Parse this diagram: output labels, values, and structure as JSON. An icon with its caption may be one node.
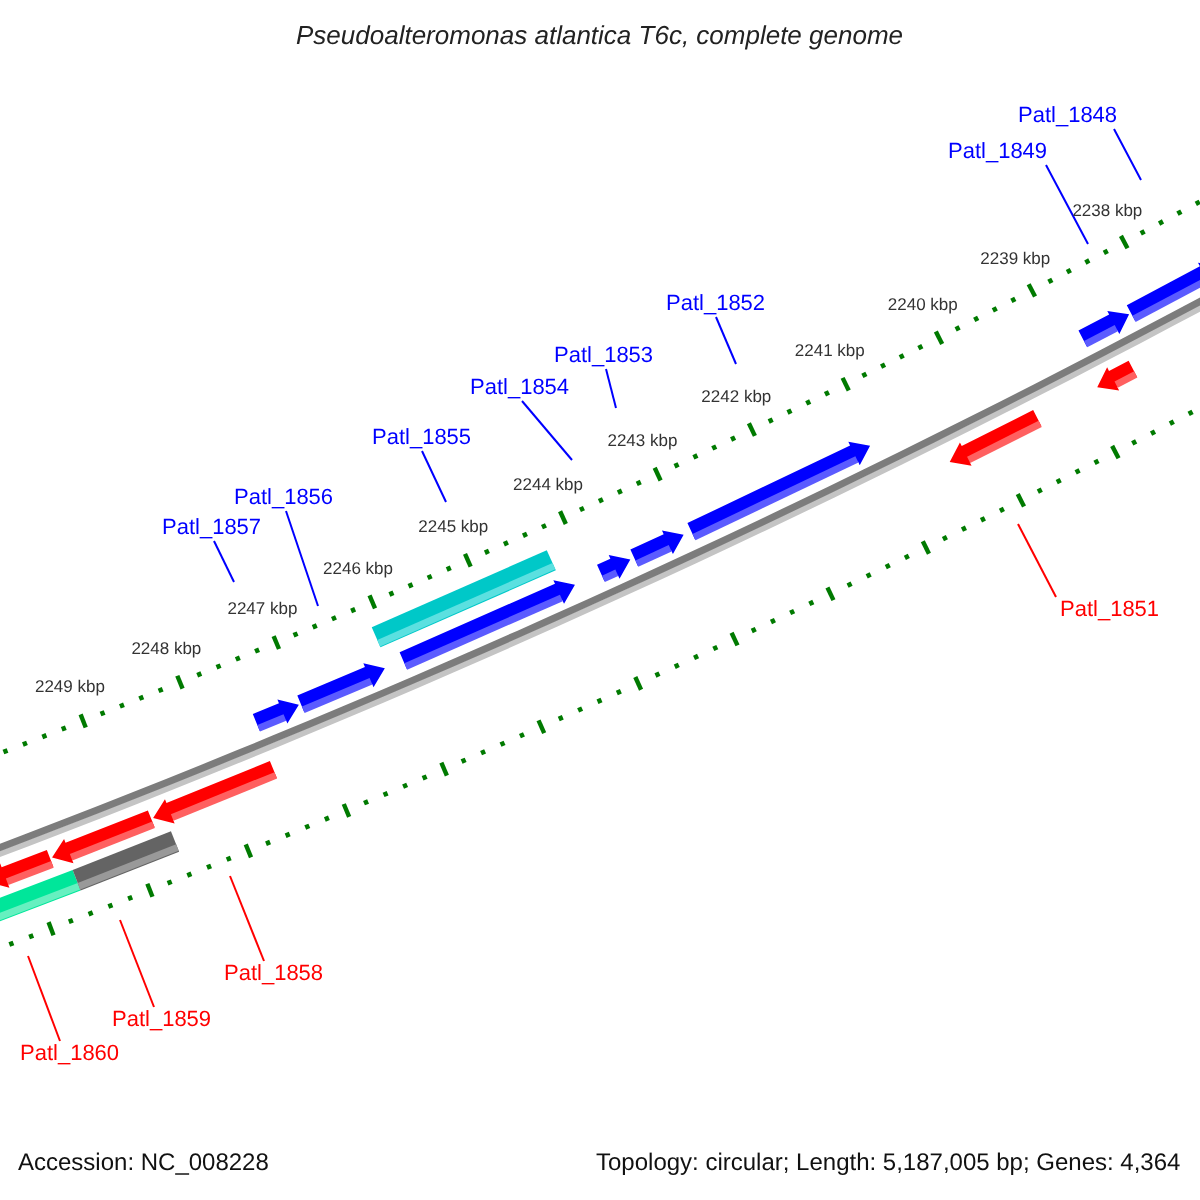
{
  "diagram": {
    "title": "Pseudoalteromonas atlantica T6c, complete genome",
    "nodes": [
      {
        "text": [
          "Patl_1848"
        ]
      },
      {
        "text": [
          "Patl_1849"
        ]
      },
      {
        "text": [
          "Patl_1852"
        ]
      },
      {
        "text": [
          "Patl_1853"
        ]
      },
      {
        "text": [
          "Patl_1854"
        ]
      },
      {
        "text": [
          "Patl_1855"
        ]
      },
      {
        "text": [
          "Patl_1856"
        ]
      },
      {
        "text": [
          "Patl_1857"
        ]
      },
      {
        "text": [
          "Patl_1851"
        ]
      },
      {
        "text": [
          "Patl_1858"
        ]
      },
      {
        "text": [
          "Patl_1859"
        ]
      },
      {
        "text": [
          "Patl_1860"
        ]
      }
    ],
    "edges": [
      {
        "from": 0,
        "to": null,
        "arrow": "none"
      },
      {
        "from": 1,
        "to": null,
        "arrow": "none"
      },
      {
        "from": 2,
        "to": null,
        "arrow": "none"
      },
      {
        "from": 3,
        "to": null,
        "arrow": "none"
      },
      {
        "from": 4,
        "to": null,
        "arrow": "none"
      },
      {
        "from": 5,
        "to": null,
        "arrow": "none"
      },
      {
        "from": 6,
        "to": null,
        "arrow": "none"
      },
      {
        "from": 7,
        "to": null,
        "arrow": "none"
      },
      {
        "from": 8,
        "to": null,
        "arrow": "none",
        "color": "#ff0000"
      },
      {
        "from": 9,
        "to": null,
        "arrow": "none",
        "color": "#ff0000"
      },
      {
        "from": 10,
        "to": null,
        "arrow": "none",
        "color": "#ff0000"
      },
      {
        "from": 11,
        "to": null,
        "arrow": "none",
        "color": "#ff0000"
      }
    ],
    "labels": [
      "2238 kbp",
      "2239 kbp",
      "2240 kbp",
      "2241 kbp",
      "2242 kbp",
      "2243 kbp",
      "2244 kbp",
      "2245 kbp",
      "2246 kbp",
      "2247 kbp",
      "2248 kbp",
      "2249 kbp",
      "Accession: NC_008228",
      "Topology: circular; Length: 5,187,005 bp; Genes: 4,364"
    ]
  }
}
